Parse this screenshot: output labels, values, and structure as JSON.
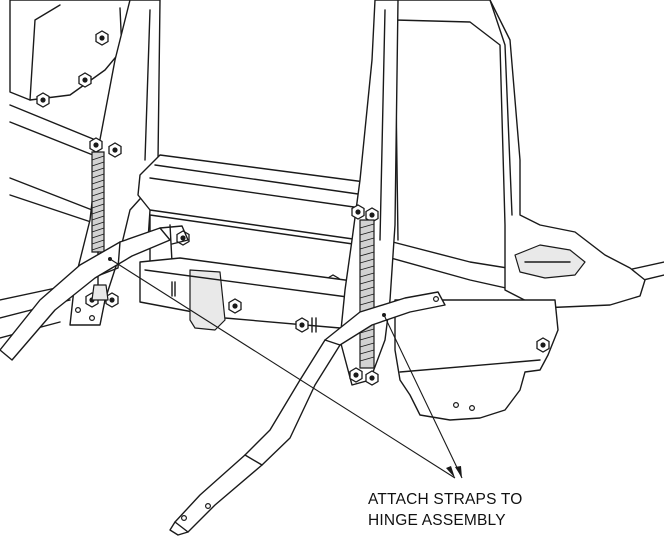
{
  "callout": {
    "line1": "ATTACH STRAPS TO",
    "line2": "HINGE ASSEMBLY"
  },
  "colors": {
    "stroke": "#1a1a1a",
    "background": "#ffffff",
    "shade": "#e9e9e9"
  },
  "icons": [
    "spring",
    "bolt",
    "hex-nut",
    "hinge-plate",
    "strap"
  ]
}
